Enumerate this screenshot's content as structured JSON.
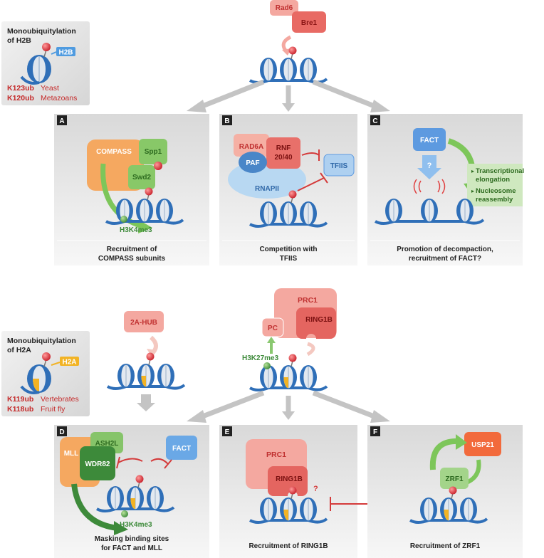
{
  "top_section": {
    "legend": {
      "title_line1": "Monoubiquitylation",
      "title_line2": "of H2B",
      "histone_tag": "H2B",
      "rows": [
        {
          "site": "K123ub",
          "organism": "Yeast"
        },
        {
          "site": "K120ub",
          "organism": "Metazoans"
        }
      ]
    },
    "enzymes": {
      "e1": "Rad6",
      "e2": "Bre1"
    },
    "panels": [
      {
        "letter": "A",
        "labels": {
          "compass": "COMPASS",
          "spp1": "Spp1",
          "swd2": "Swd2",
          "mark": "H3K4me3"
        },
        "caption_line1": "Recruitment of",
        "caption_line2": "COMPASS subunits"
      },
      {
        "letter": "B",
        "labels": {
          "rad6a": "RAD6A",
          "rnf_line1": "RNF",
          "rnf_line2": "20/40",
          "paf": "PAF",
          "rnapii": "RNAPII",
          "tfiis": "TFIIS"
        },
        "caption_line1": "Competition with",
        "caption_line2": "TFIIS"
      },
      {
        "letter": "C",
        "labels": {
          "fact": "FACT",
          "question": "?",
          "out1_line1": "Transcriptional",
          "out1_line2": "elongation",
          "out2_line1": "Nucleosome",
          "out2_line2": "reassembly"
        },
        "caption_line1": "Promotion of decompaction,",
        "caption_line2": "recruitment of FACT?"
      }
    ]
  },
  "bottom_section": {
    "legend": {
      "title_line1": "Monoubiquitylation",
      "title_line2": "of H2A",
      "histone_tag": "H2A",
      "rows": [
        {
          "site": "K119ub",
          "organism": "Vertebrates"
        },
        {
          "site": "K118ub",
          "organism": "Fruit fly"
        }
      ]
    },
    "enzymes": {
      "hub": "2A-HUB",
      "prc1": "PRC1",
      "ring1b": "RING1B",
      "pc": "PC",
      "mark": "H3K27me3"
    },
    "panels": [
      {
        "letter": "D",
        "labels": {
          "mll": "MLL",
          "ash2l": "ASH2L",
          "wdr82": "WDR82",
          "fact": "FACT",
          "mark": "H3K4me3"
        },
        "caption_line1": "Masking binding sites",
        "caption_line2": "for FACT and MLL"
      },
      {
        "letter": "E",
        "labels": {
          "prc1": "PRC1",
          "ring1b": "RING1B",
          "question": "?"
        },
        "caption_line1": "Recruitment of RING1B",
        "caption_line2": ""
      },
      {
        "letter": "F",
        "labels": {
          "usp21": "USP21",
          "zrf1": "ZRF1"
        },
        "caption_line1": "Recruitment of ZRF1",
        "caption_line2": ""
      }
    ]
  },
  "colors": {
    "red": "#d23a3a",
    "salmon": "#f08a7c",
    "orange": "#f5a05a",
    "green": "#7dbd5a",
    "dark_green": "#3d8a3a",
    "blue": "#4f93d6",
    "light_blue": "#aed0f0",
    "nucleosome": "#2f6fb8",
    "yellow": "#f2b324",
    "panel_bg": "#e9e9e9"
  }
}
